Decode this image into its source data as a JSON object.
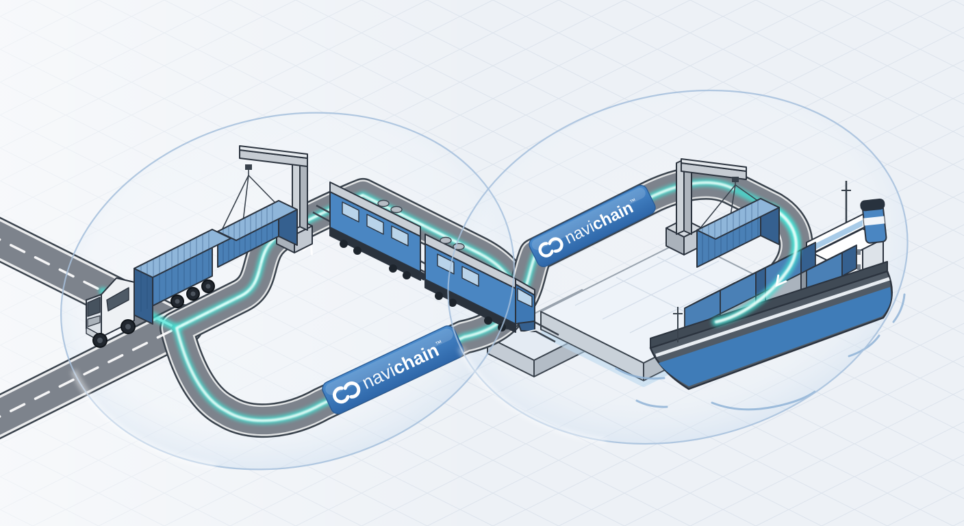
{
  "illustration": {
    "brand": "navichain",
    "badges": [
      {
        "id": "upper",
        "brand_light": "navi",
        "brand_bold": "chain",
        "trademark": "™"
      },
      {
        "id": "lower",
        "brand_light": "navi",
        "brand_bold": "chain",
        "trademark": "™"
      }
    ],
    "elements": [
      "semi-truck-with-container",
      "gantry-crane-left",
      "hoisted-container-left",
      "freight-train",
      "gantry-crane-right",
      "hoisted-container-right",
      "harbor-quay",
      "container-ship",
      "infinity-route",
      "supply-chain-glow-flow"
    ]
  },
  "colors": {
    "bg": "#edf1f6",
    "grid": "#9db0c6",
    "road": "#7d838c",
    "road_casing": "#39424c",
    "road_line": "#ffffff",
    "glow": "#41e5d7",
    "glow_core": "#eafffb",
    "badge": "#3c7ec3",
    "badge_deep": "#2e66a8",
    "container_blue": "#4a80b6",
    "container_blue_top": "#8fb6da",
    "container_blue_dark": "#35608f",
    "box_gray": "#aab3bd",
    "box_gray_top": "#d2d9e0",
    "train_blue": "#4a86c2",
    "roof_gray": "#c9cfd6",
    "hull_dark": "#515b66",
    "hull_blue": "#3f7cb8",
    "quay_top": "#eef3f9",
    "quay_front": "#c4ccd5",
    "water": "#8fb3d6",
    "bubble_stroke": "#a9c2dd",
    "outline": "#2b333e",
    "white": "#ffffff"
  }
}
